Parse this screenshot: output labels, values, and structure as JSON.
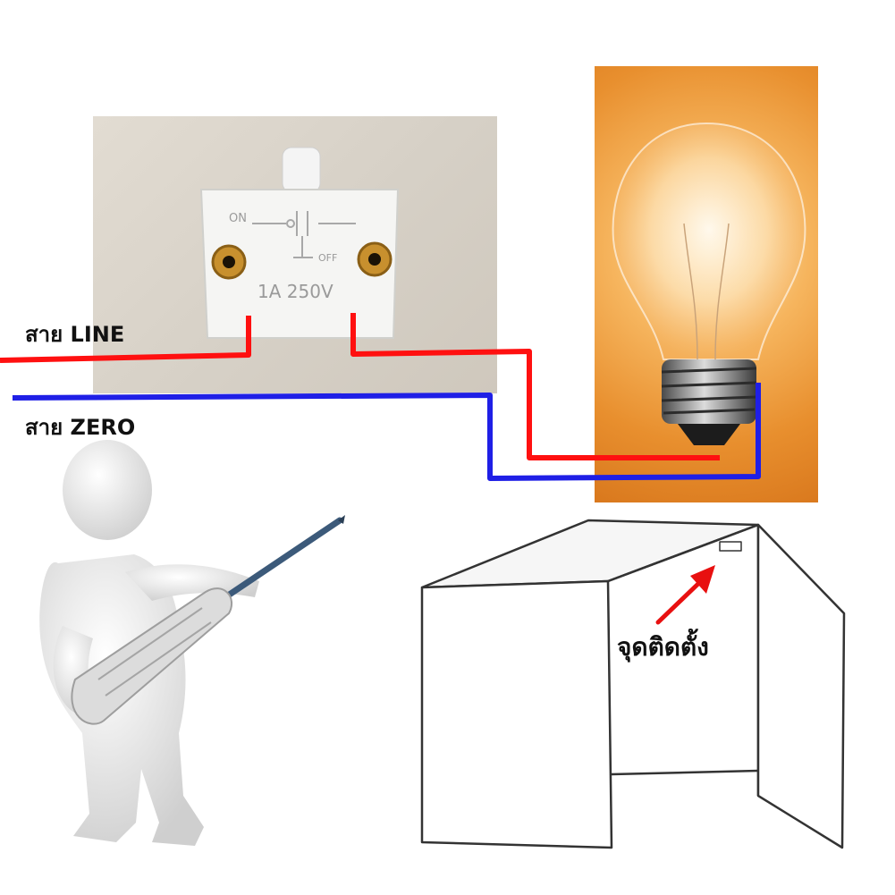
{
  "labels": {
    "line_wire": "สาย LINE",
    "zero_wire": "สาย ZERO",
    "mount_point": "จุดติดตั้ง"
  },
  "switch": {
    "on_text": "ON",
    "off_text": "OFF",
    "rating_text": "1A 250V"
  },
  "colors": {
    "line_wire": "#ff1010",
    "zero_wire": "#1f1fe6",
    "arrow": "#e81010",
    "bulb_background": "#e8902e"
  },
  "icons": {
    "switch": "push-button-switch-icon",
    "bulb": "light-bulb-icon",
    "person": "person-with-screwdriver-icon",
    "cabinet": "cabinet-icon",
    "arrow": "red-arrow-icon"
  }
}
